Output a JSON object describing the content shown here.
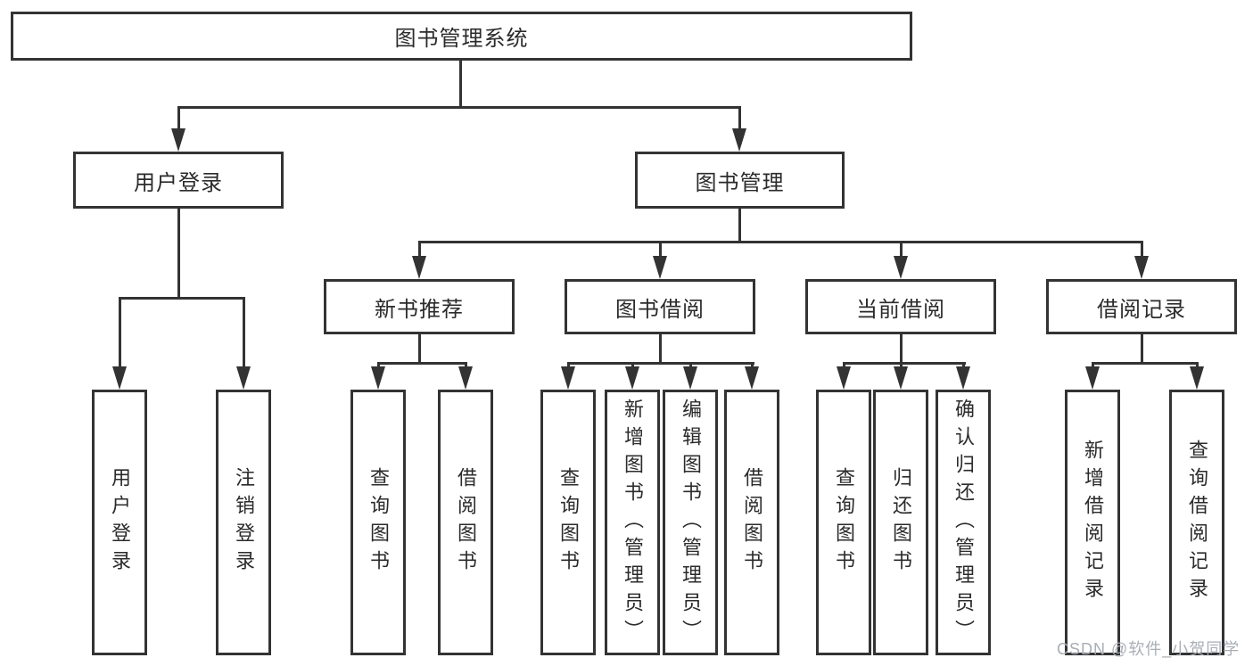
{
  "diagram": {
    "tree": {
      "root": {
        "label": "图书管理系统"
      },
      "branches": [
        {
          "label": "用户登录",
          "children": [
            "用户登录",
            "注销登录"
          ]
        },
        {
          "label": "图书管理",
          "modules": [
            {
              "label": "新书推荐",
              "children": [
                "查询图书",
                "借阅图书"
              ]
            },
            {
              "label": "图书借阅",
              "children": [
                "查询图书",
                "新增图书（管理员）",
                "编辑图书（管理员）",
                "借阅图书"
              ]
            },
            {
              "label": "当前借阅",
              "children": [
                "查询图书",
                "归还图书",
                "确认归还（管理员）"
              ]
            },
            {
              "label": "借阅记录",
              "children": [
                "新增借阅记录",
                "查询借阅记录"
              ]
            }
          ]
        }
      ]
    },
    "colors": {
      "line": "#333333",
      "box_border": "#333333",
      "text": "#2b2b2b",
      "watermark": "#a9aeb5",
      "background": "#ffffff"
    }
  },
  "watermark": {
    "text": "CSDN @软件_小贺同学"
  }
}
